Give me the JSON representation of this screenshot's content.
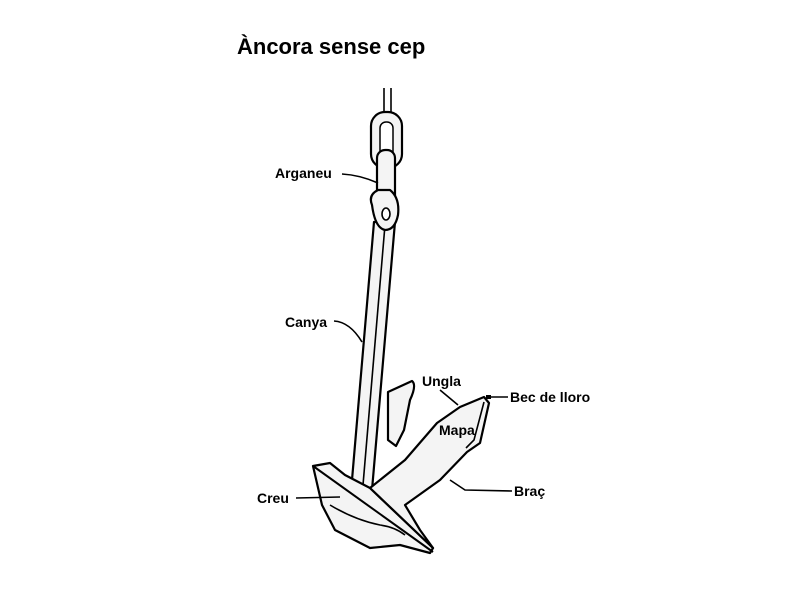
{
  "title": "Àncora sense cep",
  "labels": {
    "arganeu": "Arganeu",
    "canya": "Canya",
    "ungla": "Ungla",
    "bec_de_lloro": "Bec de lloro",
    "mapa": "Mapa",
    "brac": "Braç",
    "creu": "Creu"
  }
}
